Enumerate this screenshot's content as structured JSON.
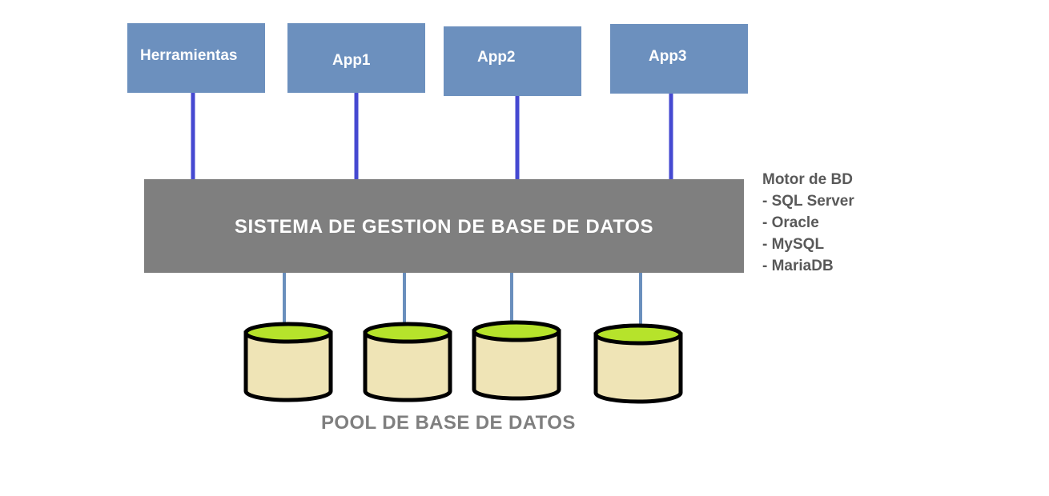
{
  "clients": [
    {
      "id": "herramientas",
      "label": "Herramientas"
    },
    {
      "id": "app1",
      "label": "App1"
    },
    {
      "id": "app2",
      "label": "App2"
    },
    {
      "id": "app3",
      "label": "App3"
    }
  ],
  "dbms": {
    "label": "SISTEMA DE GESTION DE BASE DE DATOS"
  },
  "engine": {
    "title": "Motor de BD",
    "items": [
      "- SQL Server",
      "- Oracle",
      "- MySQL",
      "- MariaDB"
    ]
  },
  "pool": {
    "label": "POOL DE BASE DE DATOS",
    "database_count": 4
  },
  "colors": {
    "client_box": "#6c90be",
    "client_connector": "#4549d1",
    "dbms_box": "#7f7f7f",
    "db_connector": "#6a8fbd",
    "db_top": "#b6e32b",
    "db_body": "#efe4b6"
  }
}
